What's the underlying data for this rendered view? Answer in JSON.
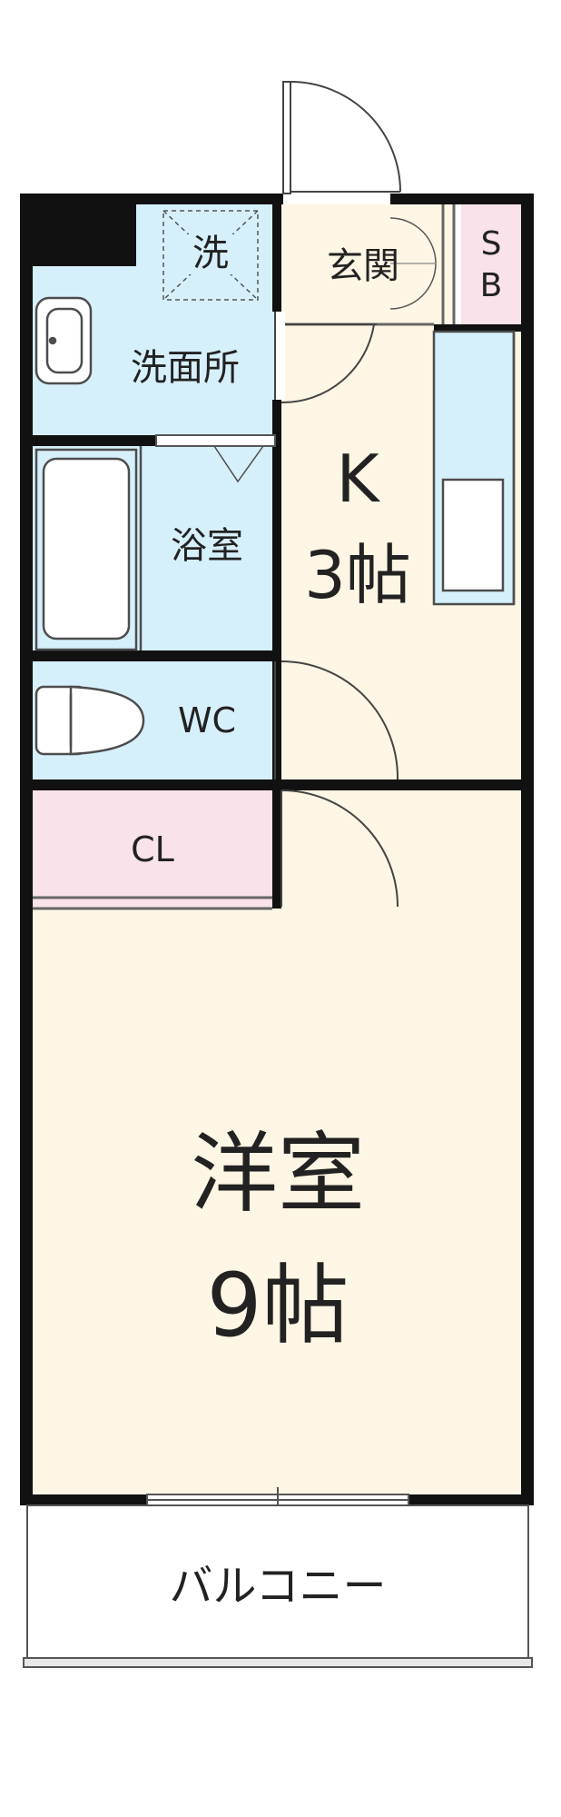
{
  "rooms": {
    "laundry": "洗",
    "washroom": "洗面所",
    "entrance": "玄関",
    "shoe_box_s": "S",
    "shoe_box_b": "B",
    "kitchen_name": "K",
    "kitchen_size": "3帖",
    "bath": "浴室",
    "wc": "WC",
    "closet": "CL",
    "western_name": "洋室",
    "western_size": "9帖",
    "balcony": "バルコニー"
  },
  "colors": {
    "wall": "#111111",
    "wet_area": "#d6f0fb",
    "living": "#fdf6e4",
    "closet": "#f9e2ea",
    "fixture_line": "#4d4d4d",
    "background": "#ffffff"
  }
}
